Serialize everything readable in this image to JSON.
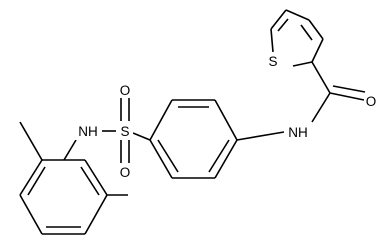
{
  "structure": {
    "atoms": {
      "sulfur_ring": "S",
      "sulfonyl_sulfur": "S",
      "sulfonyl_oxygen_top": "O",
      "sulfonyl_oxygen_bottom": "O",
      "amide_oxygen": "O",
      "sulfonamide_nitrogen": "NH",
      "amide_nitrogen": "NH"
    }
  },
  "colors": {
    "bond": "#000000",
    "label": "#000000",
    "background": "#ffffff"
  }
}
